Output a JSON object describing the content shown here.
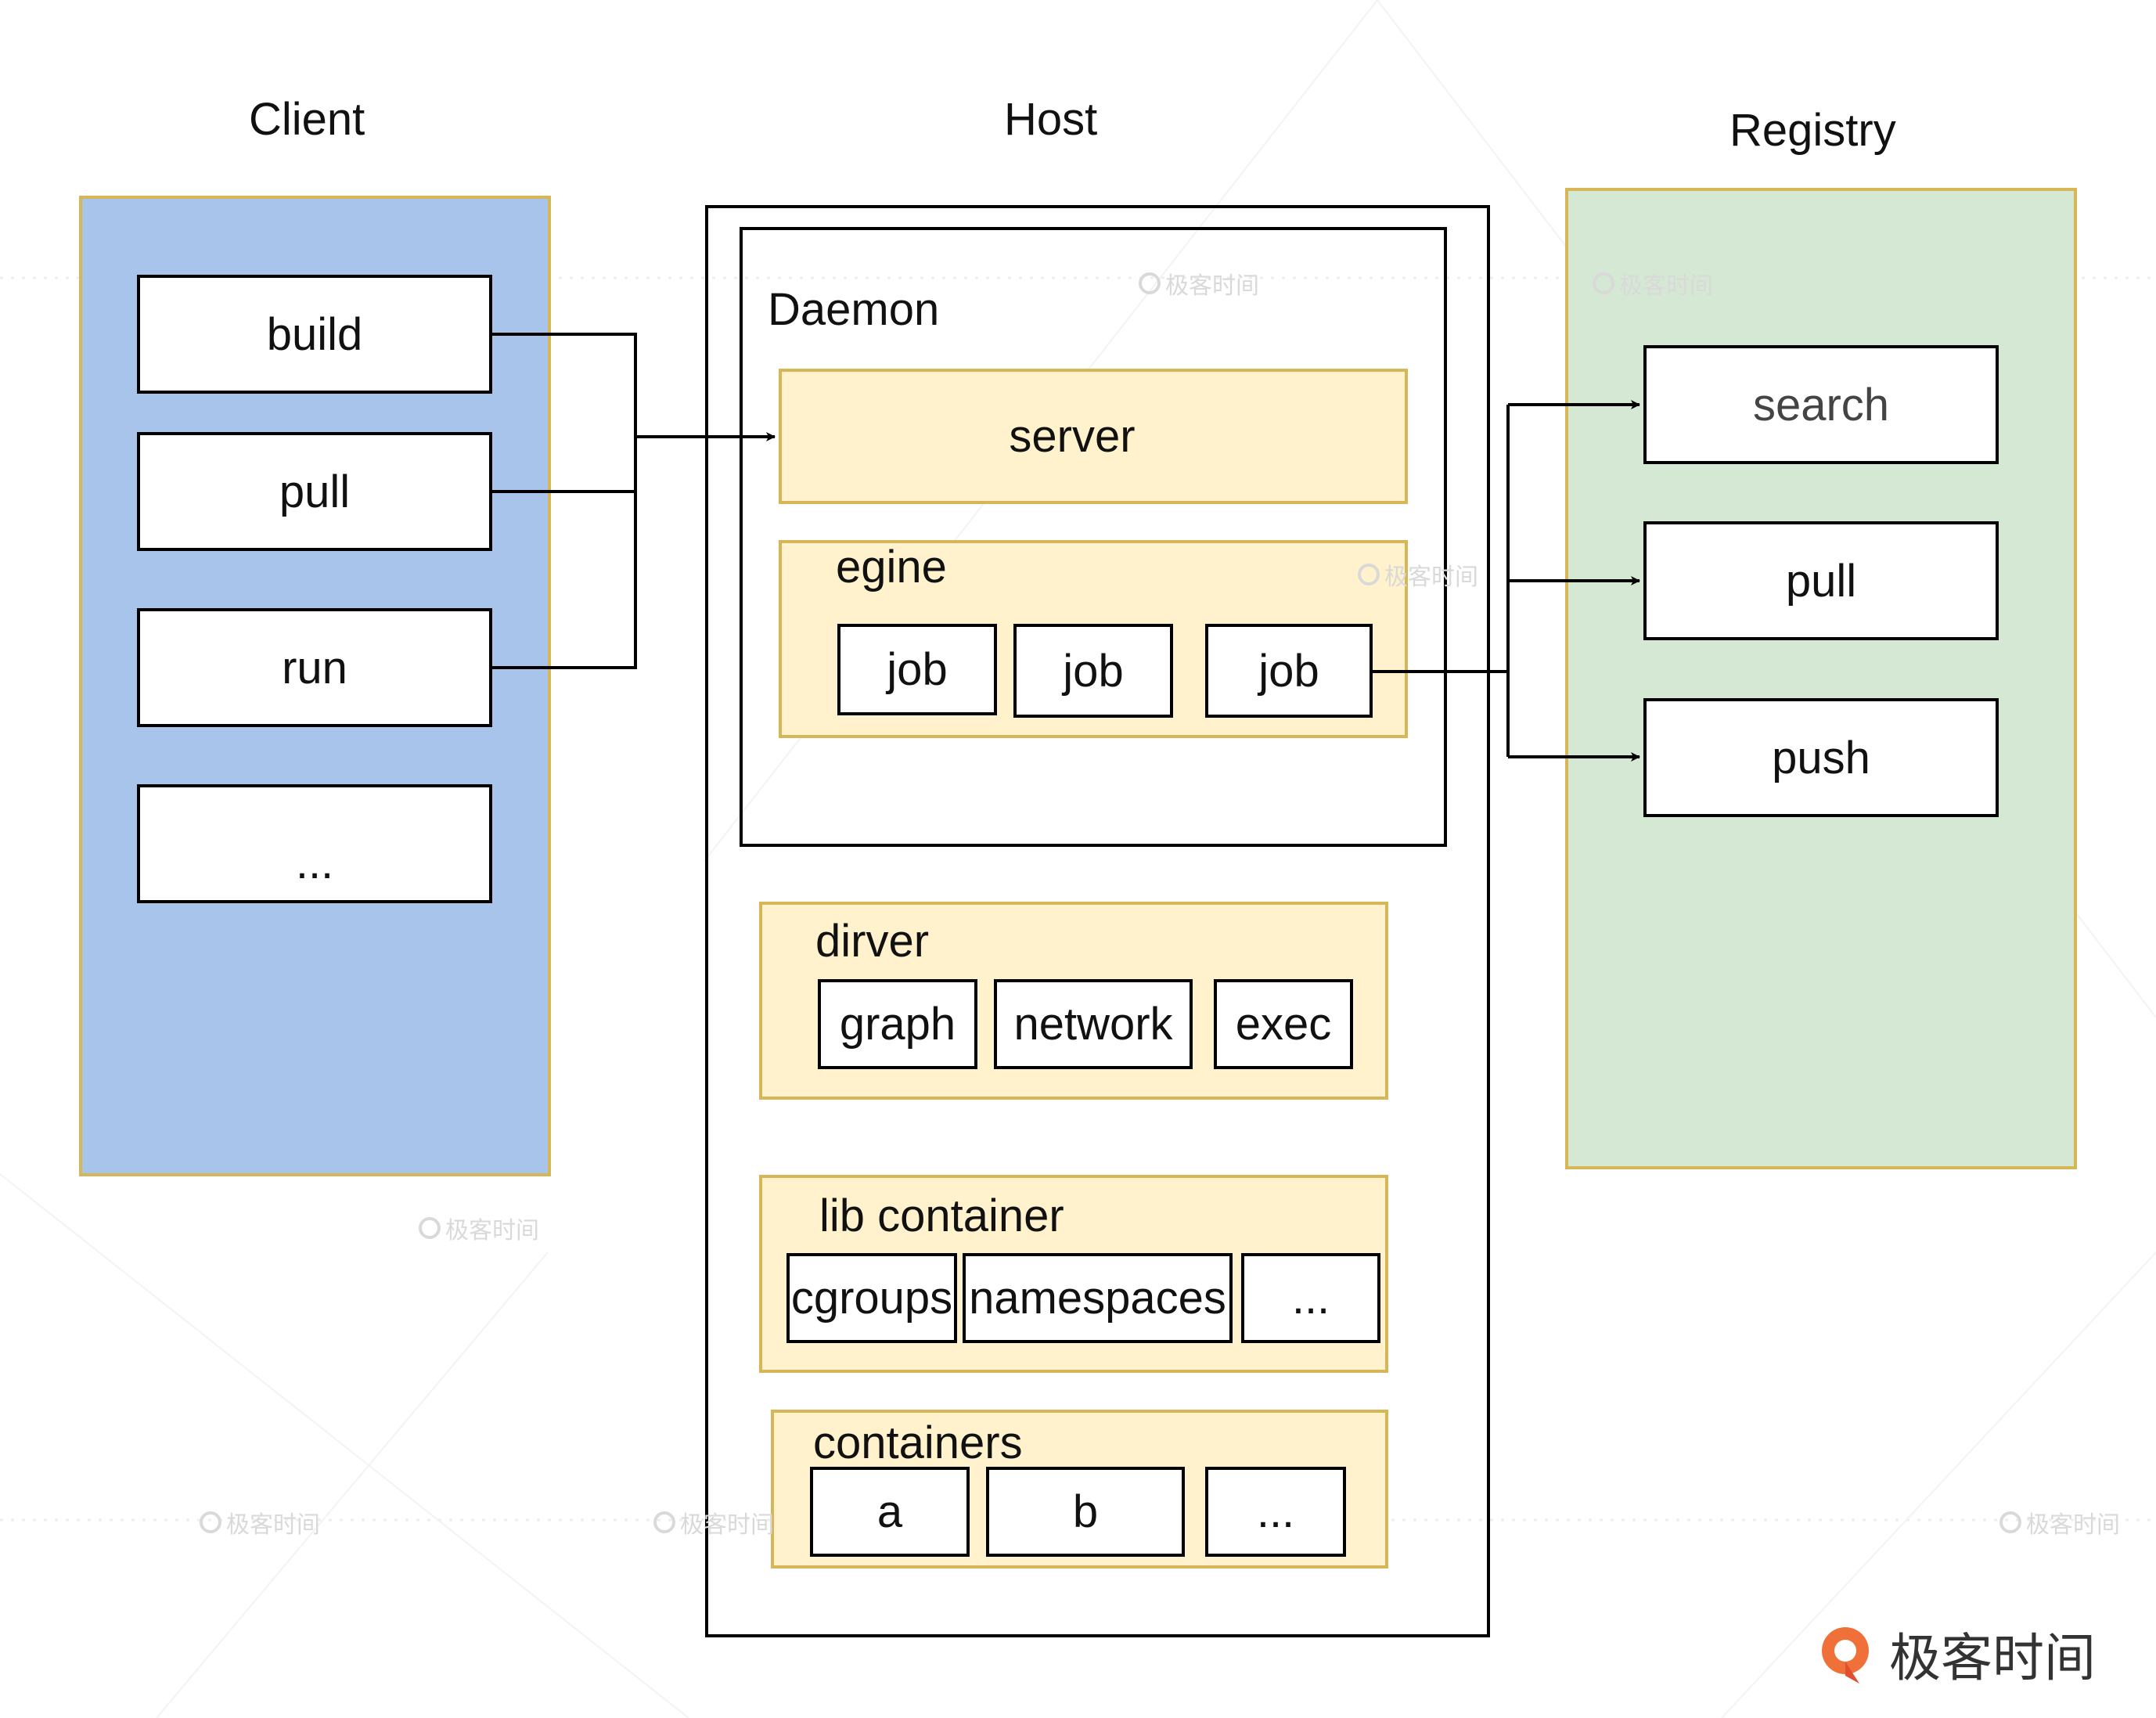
{
  "titles": {
    "client": "Client",
    "host": "Host",
    "registry": "Registry"
  },
  "client": {
    "commands": [
      "build",
      "pull",
      "run",
      "..."
    ]
  },
  "host": {
    "daemon": {
      "label": "Daemon",
      "server": "server",
      "engine": {
        "label": "egine",
        "jobs": [
          "job",
          "job",
          "job"
        ]
      }
    },
    "driver": {
      "label": "dirver",
      "items": [
        "graph",
        "network",
        "exec"
      ]
    },
    "libcontainer": {
      "label": "lib container",
      "items": [
        "cgroups",
        "namespaces",
        "..."
      ]
    },
    "containers": {
      "label": "containers",
      "items": [
        "a",
        "b",
        "..."
      ]
    }
  },
  "registry": {
    "actions": [
      "search",
      "pull",
      "push"
    ]
  },
  "watermark": {
    "text": "极客时间"
  },
  "brand": {
    "text": "极客时间",
    "colors": {
      "icon_orange": "#f0703a",
      "icon_red": "#e0502d"
    }
  },
  "colors": {
    "client_fill": "#a9c4eb",
    "registry_fill": "#d5e8d4",
    "module_fill": "#fff2cc",
    "module_border": "#d6b656"
  }
}
